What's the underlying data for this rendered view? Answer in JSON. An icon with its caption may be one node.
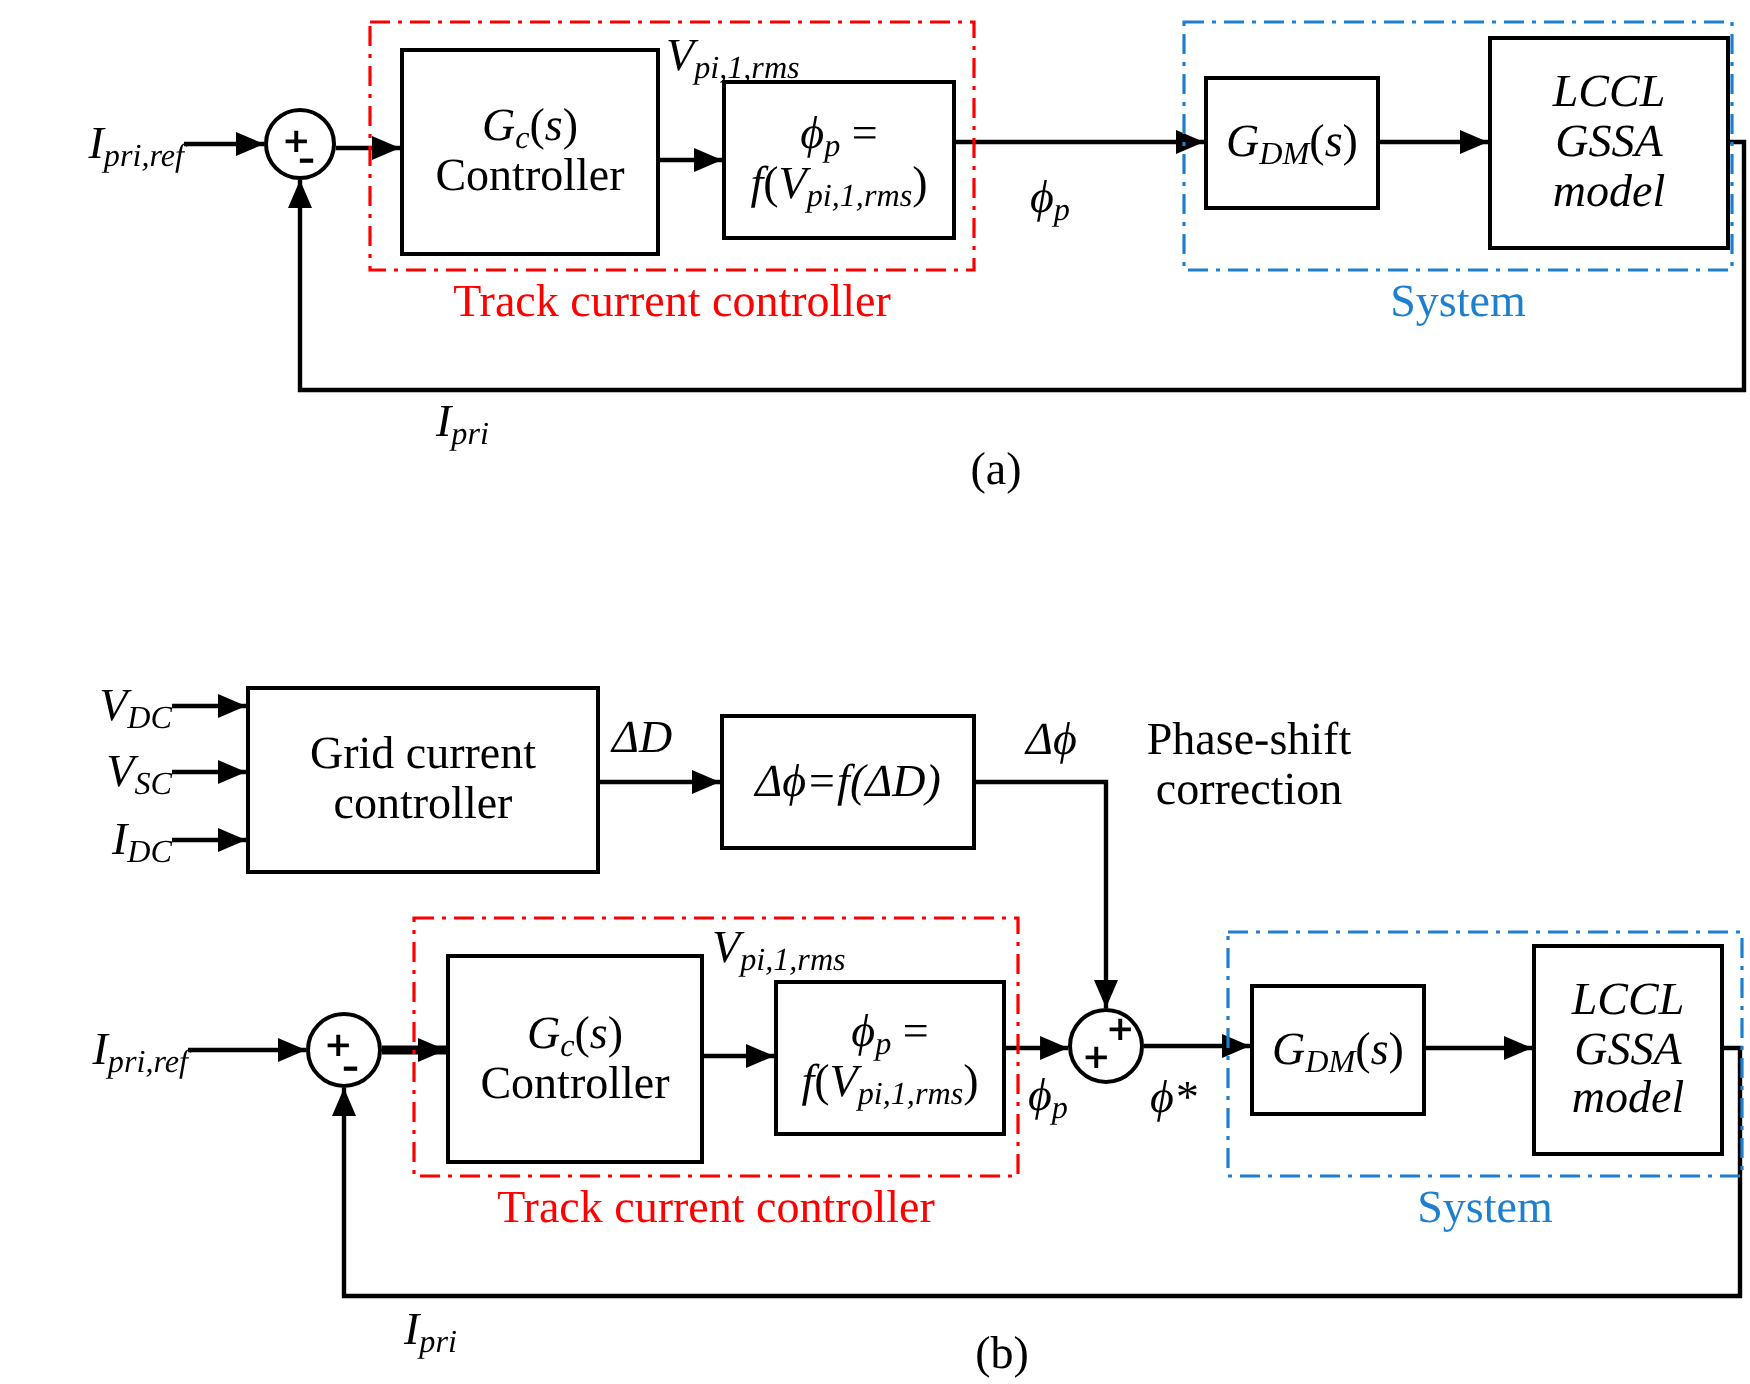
{
  "diagram": {
    "nodes": [
      {
        "text": [
          "*I*$_{pri,ref}$"
        ]
      },
      {
        "text": [
          "+",
          "–"
        ]
      },
      {
        "text": [
          "Track current controller"
        ]
      },
      {
        "text": [
          "*G*$_{c}$(*s*)",
          "Controller"
        ],
        "in": 2
      },
      {
        "text": [
          "*ϕ*$_{p}$ = *f*(*V*$_{pi,1,rms}$)"
        ],
        "in": 2
      },
      {
        "text": [
          "System"
        ]
      },
      {
        "text": [
          "*G*$_{DM}$(*s*)"
        ],
        "in": 5
      },
      {
        "text": [
          "LCCL GSSA model"
        ],
        "in": 5
      },
      {
        "text": [
          "*V*$_{DC}$"
        ]
      },
      {
        "text": [
          "*V*$_{SC}$"
        ]
      },
      {
        "text": [
          "*I*$_{DC}$"
        ]
      },
      {
        "text": [
          "Grid current controller"
        ]
      },
      {
        "text": [
          "Δϕ=f(ΔD)"
        ]
      },
      {
        "text": [
          "*I*$_{pri,ref}$"
        ]
      },
      {
        "text": [
          "+",
          "–"
        ]
      },
      {
        "text": [
          "Track current controller"
        ]
      },
      {
        "text": [
          "*G*$_{c}$(*s*)",
          "Controller"
        ],
        "in": 15
      },
      {
        "text": [
          "*ϕ*$_{p}$ = *f*(*V*$_{pi,1,rms}$)"
        ],
        "in": 15
      },
      {
        "text": [
          "+",
          "+"
        ]
      },
      {
        "text": [
          "System"
        ]
      },
      {
        "text": [
          "*G*$_{DM}$(*s*)"
        ],
        "in": 19
      },
      {
        "text": [
          "LCCL GSSA model"
        ],
        "in": 19
      }
    ],
    "edges": [
      {
        "from": 0,
        "to": 1,
        "arrow": "to"
      },
      {
        "from": 1,
        "to": 3,
        "arrow": "to"
      },
      {
        "from": 3,
        "to": 4,
        "arrow": "to",
        "label": "V$_{pi,1,rms}$"
      },
      {
        "from": 4,
        "to": 6,
        "arrow": "to",
        "label": "ϕ$_{p}$"
      },
      {
        "from": 6,
        "to": 7,
        "arrow": "to"
      },
      {
        "from": 7,
        "to": 1,
        "arrow": "to",
        "label": "I$_{pri}$"
      },
      {
        "from": 8,
        "to": 11,
        "arrow": "to"
      },
      {
        "from": 9,
        "to": 11,
        "arrow": "to"
      },
      {
        "from": 10,
        "to": 11,
        "arrow": "to"
      },
      {
        "from": 11,
        "to": 12,
        "arrow": "to",
        "label": "ΔD"
      },
      {
        "from": 12,
        "to": 18,
        "arrow": "to",
        "label": "Δϕ"
      },
      {
        "from": 13,
        "to": 14,
        "arrow": "to"
      },
      {
        "from": 14,
        "to": 16,
        "arrow": "to",
        "style": "thick"
      },
      {
        "from": 16,
        "to": 17,
        "arrow": "to",
        "label": "V$_{pi,1,rms}$"
      },
      {
        "from": 17,
        "to": 18,
        "arrow": "to",
        "label": "ϕ$_{p}$"
      },
      {
        "from": 18,
        "to": 20,
        "arrow": "to",
        "label": "ϕ*"
      },
      {
        "from": 20,
        "to": 21,
        "arrow": "to"
      },
      {
        "from": 21,
        "to": 14,
        "arrow": "to",
        "label": "I$_{pri}$"
      }
    ],
    "labels": [
      "(a)",
      "Phase-shift correction",
      "(b)"
    ]
  }
}
